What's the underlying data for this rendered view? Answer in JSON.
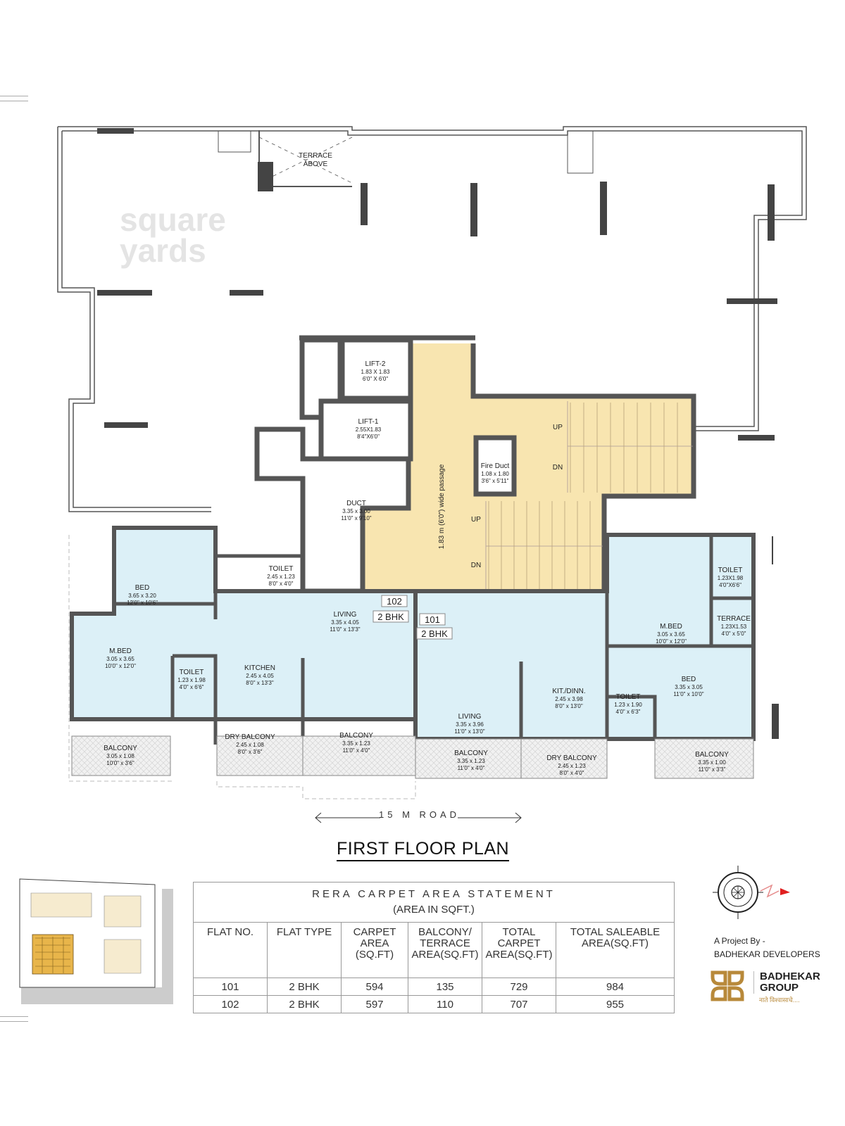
{
  "title": "FIRST FLOOR PLAN",
  "road_label": "15 M ROAD",
  "watermark": [
    "square",
    "yards"
  ],
  "colors": {
    "wall": "#555555",
    "unit_fill": "#dcf0f7",
    "core_fill": "#f8e5b0",
    "balcony_fill": "#eeeeee",
    "accent_logo": "#b8893a",
    "compass_north": "#e02020"
  },
  "core": {
    "terrace_above": [
      "TERRACE",
      "ABOVE"
    ],
    "lift2": {
      "name": "LIFT-2",
      "metric": "1.83 X 1.83",
      "imperial": "6'0\" X 6'0\""
    },
    "lift1": {
      "name": "LIFT-1",
      "metric": "2.55X1.83",
      "imperial": "8'4\"X6'0\""
    },
    "duct": {
      "name": "DUCT",
      "metric": "3.35 x 3.00",
      "imperial": "11'0\" x 9'10\""
    },
    "fire_duct": {
      "name": "Fire Duct",
      "metric": "1.08 x 1.80",
      "imperial": "3'6\" x 5'11\""
    },
    "passage": "1.83 m (6'0\") wide passage",
    "stair_upper": {
      "up": "UP",
      "dn": "DN"
    },
    "stair_lower": {
      "up": "UP",
      "dn": "DN"
    }
  },
  "flat102": {
    "no": "102",
    "type": "2 BHK",
    "rooms": {
      "bed": {
        "name": "BED",
        "metric": "3.65 x 3.20",
        "imperial": "12'0\" x 10'6\""
      },
      "toilet1": {
        "name": "TOILET",
        "metric": "2.45 x 1.23",
        "imperial": "8'0\" x 4'0\""
      },
      "living": {
        "name": "LIVING",
        "metric": "3.35 x 4.05",
        "imperial": "11'0\" x 13'3\""
      },
      "mbed": {
        "name": "M.BED",
        "metric": "3.05 x 3.65",
        "imperial": "10'0\" x 12'0\""
      },
      "toilet2": {
        "name": "TOILET",
        "metric": "1.23 x 1.98",
        "imperial": "4'0\" x 6'6\""
      },
      "kitchen": {
        "name": "KITCHEN",
        "metric": "2.45 x 4.05",
        "imperial": "8'0\" x 13'3\""
      },
      "balcony1": {
        "name": "BALCONY",
        "metric": "3.05 x 1.08",
        "imperial": "10'0\" x 3'6\""
      },
      "dry_balcony": {
        "name": "DRY BALCONY",
        "metric": "2.45 x 1.08",
        "imperial": "8'0\" x 3'6\""
      },
      "balcony2": {
        "name": "BALCONY",
        "metric": "3.35 x 1.23",
        "imperial": "11'0\" x 4'0\""
      }
    }
  },
  "flat101": {
    "no": "101",
    "type": "2 BHK",
    "rooms": {
      "mbed": {
        "name": "M.BED",
        "metric": "3.05 x 3.65",
        "imperial": "10'0\" x 12'0\""
      },
      "toilet1": {
        "name": "TOILET",
        "metric": "1.23X1.98",
        "imperial": "4'0\"X6'6\""
      },
      "terrace": {
        "name": "TERRACE",
        "metric": "1.23X1.53",
        "imperial": "4'0\" x 5'0\""
      },
      "living": {
        "name": "LIVING",
        "metric": "3.35 x 3.96",
        "imperial": "11'0\" x 13'0\""
      },
      "kitchen": {
        "name": "KIT./DINN.",
        "metric": "2.45 x 3.98",
        "imperial": "8'0\" x 13'0\""
      },
      "toilet2": {
        "name": "TOILET",
        "metric": "1.23 x 1.90",
        "imperial": "4'0\" x 6'3\""
      },
      "bed": {
        "name": "BED",
        "metric": "3.35 x 3.05",
        "imperial": "11'0\" x 10'0\""
      },
      "balcony1": {
        "name": "BALCONY",
        "metric": "3.35 x 1.23",
        "imperial": "11'0\" x 4'0\""
      },
      "dry_balcony": {
        "name": "DRY BALCONY",
        "metric": "2.45 x 1.23",
        "imperial": "8'0\" x 4'0\""
      },
      "balcony2": {
        "name": "BALCONY",
        "metric": "3.35 x 1.00",
        "imperial": "11'0\" x 3'3\""
      }
    }
  },
  "rera_table": {
    "title": "RERA CARPET AREA STATEMENT",
    "subtitle": "(AREA IN SQFT.)",
    "headers": [
      "FLAT NO.",
      "FLAT TYPE",
      "CARPET AREA (SQ.FT)",
      "BALCONY/ TERRACE AREA(SQ.FT)",
      "TOTAL CARPET AREA(SQ.FT)",
      "TOTAL SALEABLE AREA(SQ.FT)"
    ],
    "rows": [
      [
        "101",
        "2 BHK",
        "594",
        "135",
        "729",
        "984"
      ],
      [
        "102",
        "2 BHK",
        "597",
        "110",
        "707",
        "955"
      ]
    ]
  },
  "credit": {
    "line1": "A Project By -",
    "line2": "BADHEKAR DEVELOPERS"
  },
  "logo": {
    "name_line1": "BADHEKAR",
    "name_line2": "GROUP",
    "tagline": "नाते विश्वासाचे...."
  }
}
